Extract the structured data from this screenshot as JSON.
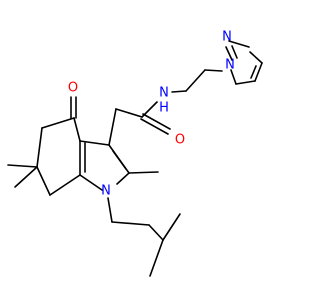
{
  "molecule": {
    "atoms": {
      "o_ketone": {
        "symbol": "O",
        "color": "#ff0000"
      },
      "o_amide": {
        "symbol": "O",
        "color": "#ff0000"
      },
      "n_amide": {
        "symbol": "N",
        "color": "#0000ff"
      },
      "h_amide": {
        "symbol": "H",
        "color": "#0000ff"
      },
      "n_pyrazole_1": {
        "symbol": "N",
        "color": "#0000ff"
      },
      "n_pyrazole_2": {
        "symbol": "N",
        "color": "#0000ff"
      },
      "n_indole": {
        "symbol": "N",
        "color": "#0000ff"
      }
    }
  }
}
